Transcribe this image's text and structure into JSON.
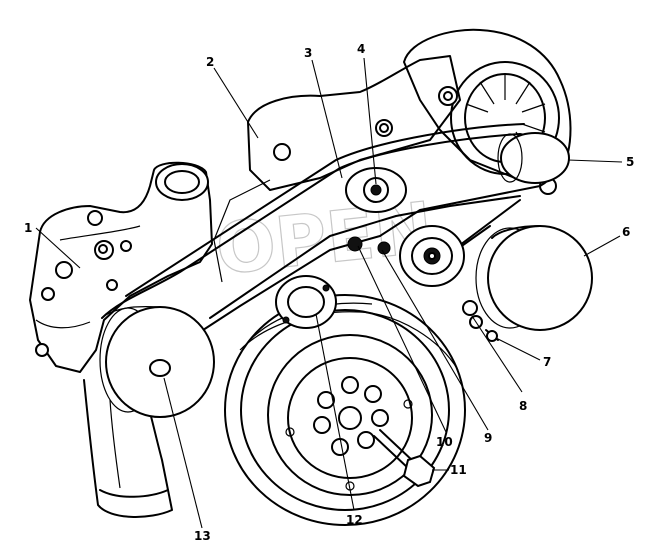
{
  "watermark": "OPEN",
  "callouts": [
    {
      "label": "1"
    },
    {
      "label": "2"
    },
    {
      "label": "3"
    },
    {
      "label": "4"
    },
    {
      "label": "5"
    },
    {
      "label": "6"
    },
    {
      "label": "7"
    },
    {
      "label": "8"
    },
    {
      "label": "9"
    },
    {
      "label": "10"
    },
    {
      "label": "11"
    },
    {
      "label": "12"
    },
    {
      "label": "13"
    }
  ]
}
